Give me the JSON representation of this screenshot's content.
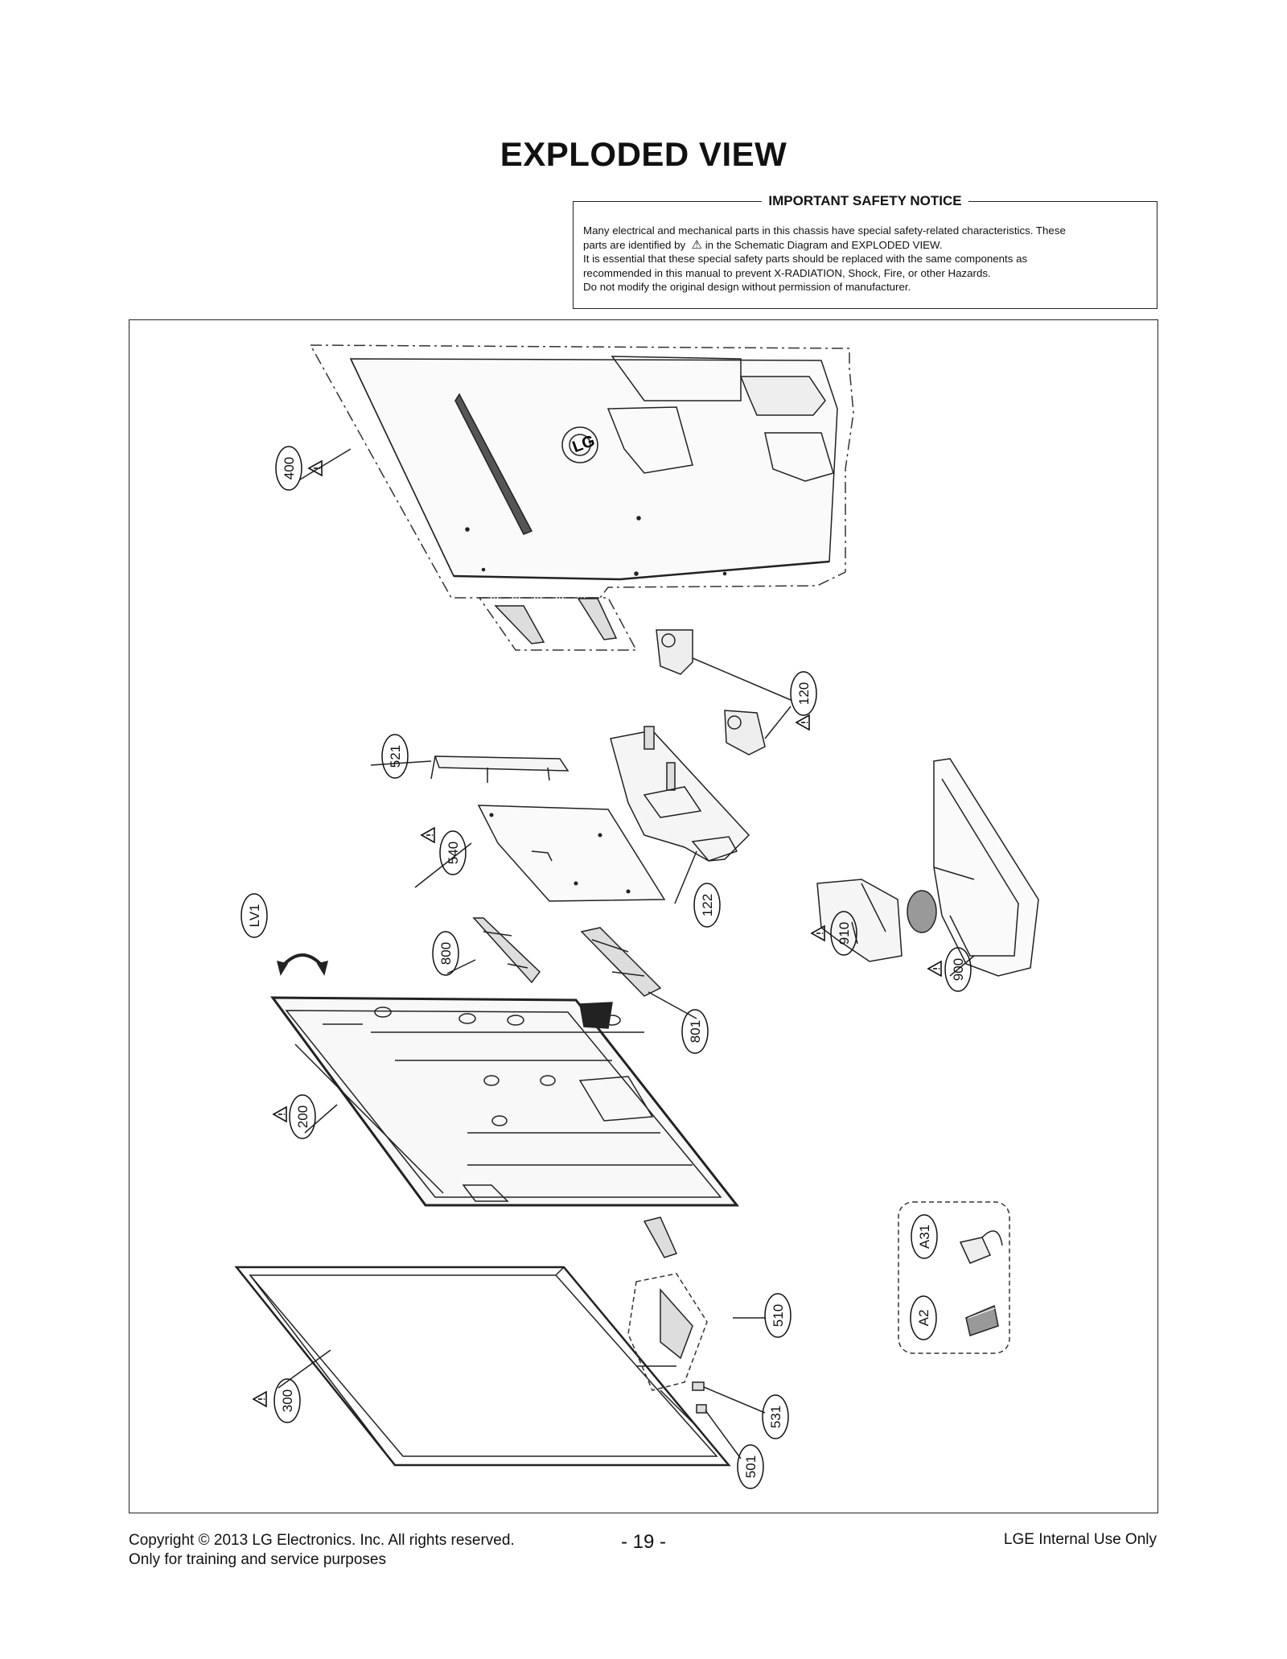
{
  "page": {
    "title": "EXPLODED VIEW"
  },
  "notice": {
    "title": "IMPORTANT SAFETY NOTICE",
    "line1": "Many electrical and mechanical parts in this chassis have special safety-related characteristics. These",
    "line2a": "parts are identified by",
    "line2b": "in the Schematic Diagram and EXPLODED VIEW.",
    "line3": "It is essential that these special safety parts should be replaced with the same components as",
    "line4": "recommended in this manual to prevent X-RADIATION, Shock, Fire, or other Hazards.",
    "line5": "Do not modify the original design without permission of manufacturer.",
    "warning_icon": "warning-triangle-icon"
  },
  "callouts": {
    "c400": "400",
    "c120": "120",
    "c521": "521",
    "c540": "540",
    "c122": "122",
    "c910": "910",
    "c900": "900",
    "cLV1": "LV1",
    "c800": "800",
    "c801": "801",
    "c200": "200",
    "cA31": "A31",
    "cA2": "A2",
    "c510": "510",
    "c300": "300",
    "c531": "531",
    "c501": "501"
  },
  "brand_logo_text": "LG",
  "footer": {
    "copyright": "Copyright  © 2013 LG Electronics. Inc. All rights reserved.",
    "purpose": "Only for training and service purposes",
    "page_number": "- 19 -",
    "internal": "LGE Internal Use Only"
  }
}
